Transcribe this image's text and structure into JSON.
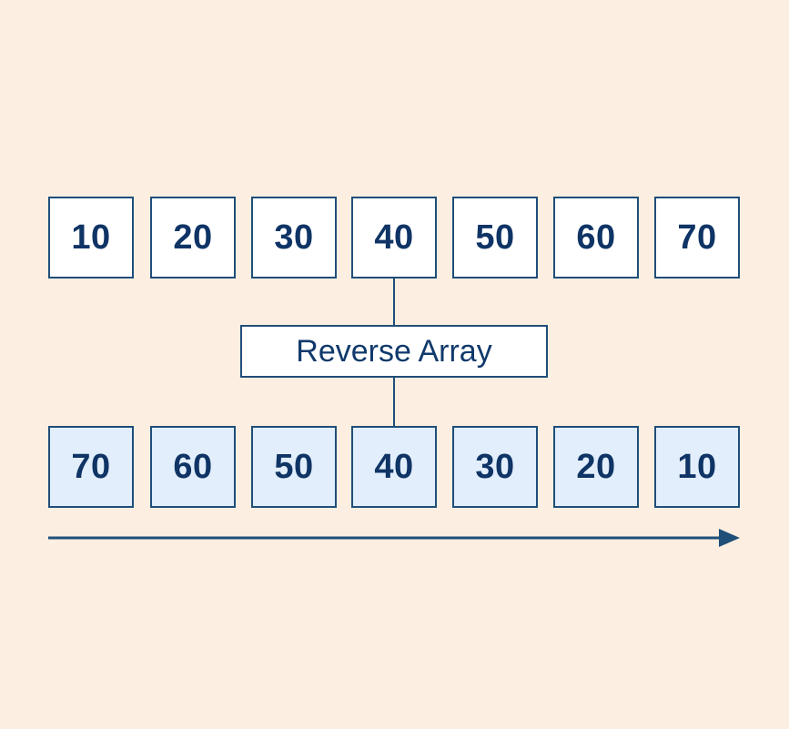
{
  "diagram": {
    "title": "Reverse Array",
    "background_color": "#fceee0",
    "accent_color": "#1f4e79",
    "text_color": "#0f3465",
    "top_row_fill": "#ffffff",
    "bottom_row_fill": "#e2eefb",
    "process": {
      "label": "Reverse Array"
    },
    "input_array": {
      "name": "original-array",
      "values": [
        "10",
        "20",
        "30",
        "40",
        "50",
        "60",
        "70"
      ]
    },
    "output_array": {
      "name": "reversed-array",
      "values": [
        "70",
        "60",
        "50",
        "40",
        "30",
        "20",
        "10"
      ]
    },
    "direction_arrow": {
      "name": "direction-arrow",
      "label": ""
    }
  },
  "chart_data": {
    "type": "diagram",
    "title": "Reverse Array",
    "series": [
      {
        "name": "input",
        "values": [
          10,
          20,
          30,
          40,
          50,
          60,
          70
        ]
      },
      {
        "name": "output",
        "values": [
          70,
          60,
          50,
          40,
          30,
          20,
          10
        ]
      }
    ]
  }
}
